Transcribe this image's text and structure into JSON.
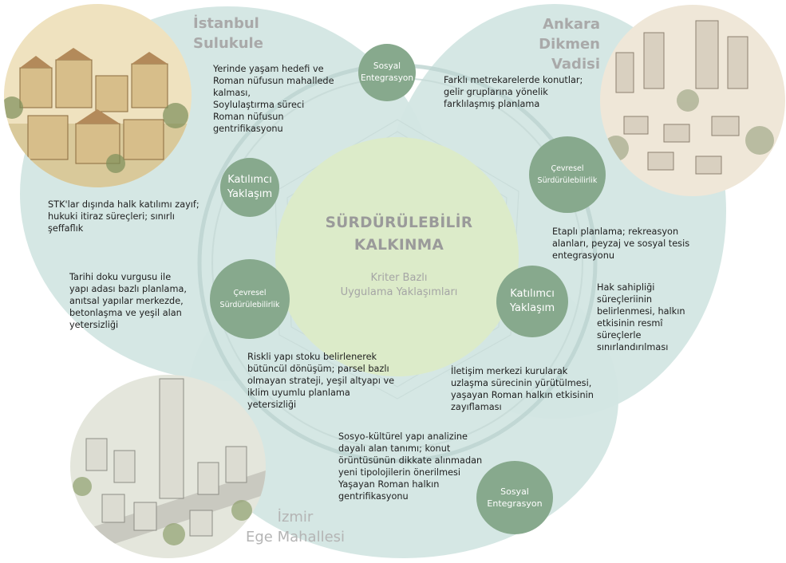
{
  "center": {
    "title_line1": "SÜRDÜRÜLEBİLİR",
    "title_line2": "KALKINMA",
    "subtitle_line1": "Kriter Bazlı",
    "subtitle_line2": "Uygulama Yaklaşımları"
  },
  "cities": {
    "istanbul": {
      "line1": "İstanbul",
      "line2": "Sulukule"
    },
    "ankara": {
      "line1": "Ankara",
      "line2": "Dikmen Vadisi"
    },
    "izmir": {
      "line1": "İzmir",
      "line2": "Ege Mahallesi"
    }
  },
  "nodes": {
    "ist_sosyal": "Sosyal\nEntegrasyon",
    "ist_katilimci": "Katılımcı\nYaklaşım",
    "ist_cevresel": "Çevresel\nSürdürülebilirlik",
    "ank_cevresel": "Çevresel\nSürdürülebilirlik",
    "ank_katilimci": "Katılımcı\nYaklaşım",
    "izm_sosyal": "Sosyal\nEntegrasyon"
  },
  "notes": {
    "ist_sosyal": "Yerinde yaşam hedefi ve\nRoman nüfusun mahallede\nkalması,\nSoylulaştırma süreci\nRoman nüfusun\ngentrifikasyonu",
    "ist_katilimci": "STK'lar dışında halk katılımı zayıf;\nhukuki itiraz süreçleri; sınırlı\nşeffaflık",
    "ist_cevresel": "Tarihi doku vurgusu ile\nyapı adası bazlı planlama,\nanıtsal yapılar merkezde,\nbetonlaşma ve yeşil alan\nyetersizliği",
    "ank_sosyal": "Farklı metrekarelerde konutlar;\ngelir gruplarına yönelik\nfarklılaşmış planlama",
    "ank_cevresel": "Etaplı planlama; rekreasyon\nalanları, peyzaj ve sosyal tesis\nentegrasyonu",
    "ank_katilimci": "Hak sahipliği\nsüreçleriinin\nbelirlenmesi, halkın\netkisinin resmî\nsüreçlerle\nsınırlandırılması",
    "izm_cevresel": "Riskli yapı stoku belirlenerek\nbütüncül dönüşüm; parsel bazlı\nolmayan strateji, yeşil altyapı ve\niklim uyumlu planlama\nyetersizliği",
    "izm_katilimci": "İletişim merkezi kurularak\nuzlaşma sürecinin yürütülmesi,\nyaşayan Roman halkın etkisinin\nzayıflaması",
    "izm_sosyal": "Sosyo-kültürel yapı analizine\ndayalı alan tanımı; konut\nörüntüsünün dikkate alınmadan\nyeni tipolojilerin önerilmesi\nYaşayan Roman halkın\ngentrifikasyonu"
  },
  "colors": {
    "teal_circle": "#cfe3e1",
    "center_circle": "#dcebc9",
    "node": "#87a98d",
    "title_gray": "#9a9a9a"
  }
}
